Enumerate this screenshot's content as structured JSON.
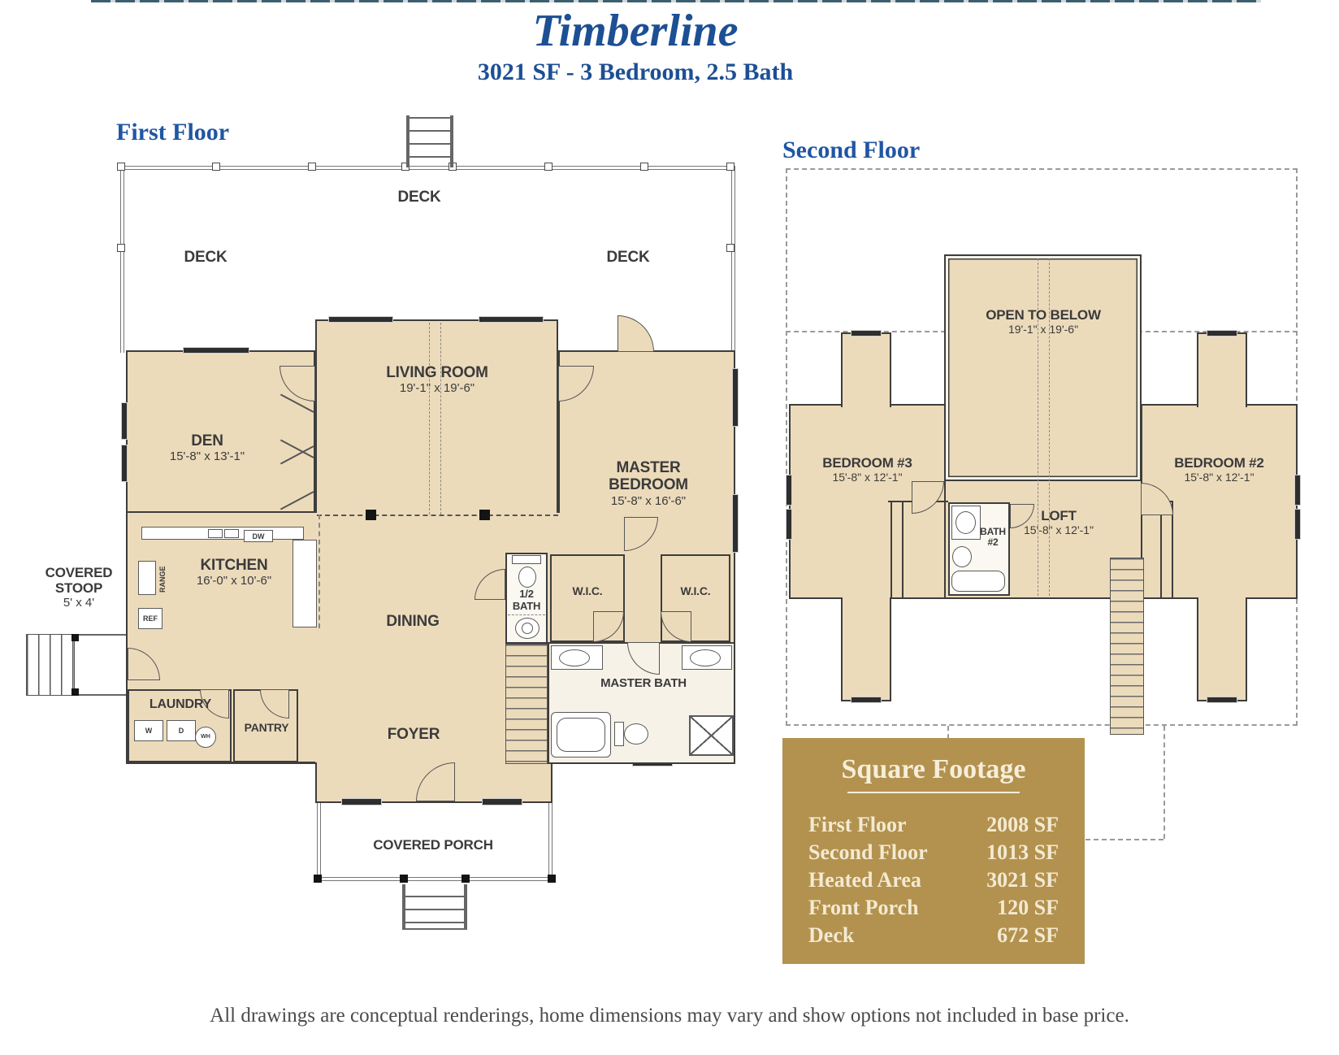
{
  "header": {
    "title": "Timberline",
    "subtitle": "3021 SF - 3 Bedroom, 2.5 Bath"
  },
  "first_floor": {
    "label": "First Floor",
    "deck": "DECK",
    "living_room": {
      "name": "LIVING ROOM",
      "dim": "19'-1\" x 19'-6\""
    },
    "den": {
      "name": "DEN",
      "dim": "15'-8\" x 13'-1\""
    },
    "master_bedroom": {
      "name": "MASTER BEDROOM",
      "dim": "15'-8\" x 16'-6\""
    },
    "kitchen": {
      "name": "KITCHEN",
      "dim": "16'-0\" x 10'-6\""
    },
    "covered_stoop": {
      "name": "COVERED STOOP",
      "dim": "5' x 4'"
    },
    "half_bath": "1/2 BATH",
    "wic": "W.I.C.",
    "dining": "DINING",
    "master_bath": "MASTER BATH",
    "laundry": "LAUNDRY",
    "pantry": "PANTRY",
    "foyer": "FOYER",
    "covered_porch": "COVERED PORCH",
    "appliances": {
      "range": "RANGE",
      "ref": "REF",
      "dw": "DW",
      "washer": "W",
      "dryer": "D",
      "water_heater": "WH"
    }
  },
  "second_floor": {
    "label": "Second Floor",
    "open_to_below": {
      "name": "OPEN TO BELOW",
      "dim": "19'-1\" x 19'-6\""
    },
    "bedroom_3": {
      "name": "BEDROOM #3",
      "dim": "15'-8\" x 12'-1\""
    },
    "bedroom_2": {
      "name": "BEDROOM #2",
      "dim": "15'-8\" x 12'-1\""
    },
    "loft": {
      "name": "LOFT",
      "dim": "15'-8\" x 12'-1\""
    },
    "bath_2": "BATH #2"
  },
  "square_footage": {
    "title": "Square Footage",
    "rows": [
      {
        "label": "First Floor",
        "value": "2008 SF"
      },
      {
        "label": "Second Floor",
        "value": "1013 SF"
      },
      {
        "label": "Heated Area",
        "value": "3021 SF"
      },
      {
        "label": "Front Porch",
        "value": "120 SF"
      },
      {
        "label": "Deck",
        "value": "672 SF"
      }
    ]
  },
  "footer": {
    "disclaimer": "All drawings are conceptual renderings, home dimensions may vary and show options not included in base price."
  },
  "colors": {
    "accent_blue": "#1d4f94",
    "room_fill": "#ecdbbb",
    "table_gold": "#b3924f"
  }
}
